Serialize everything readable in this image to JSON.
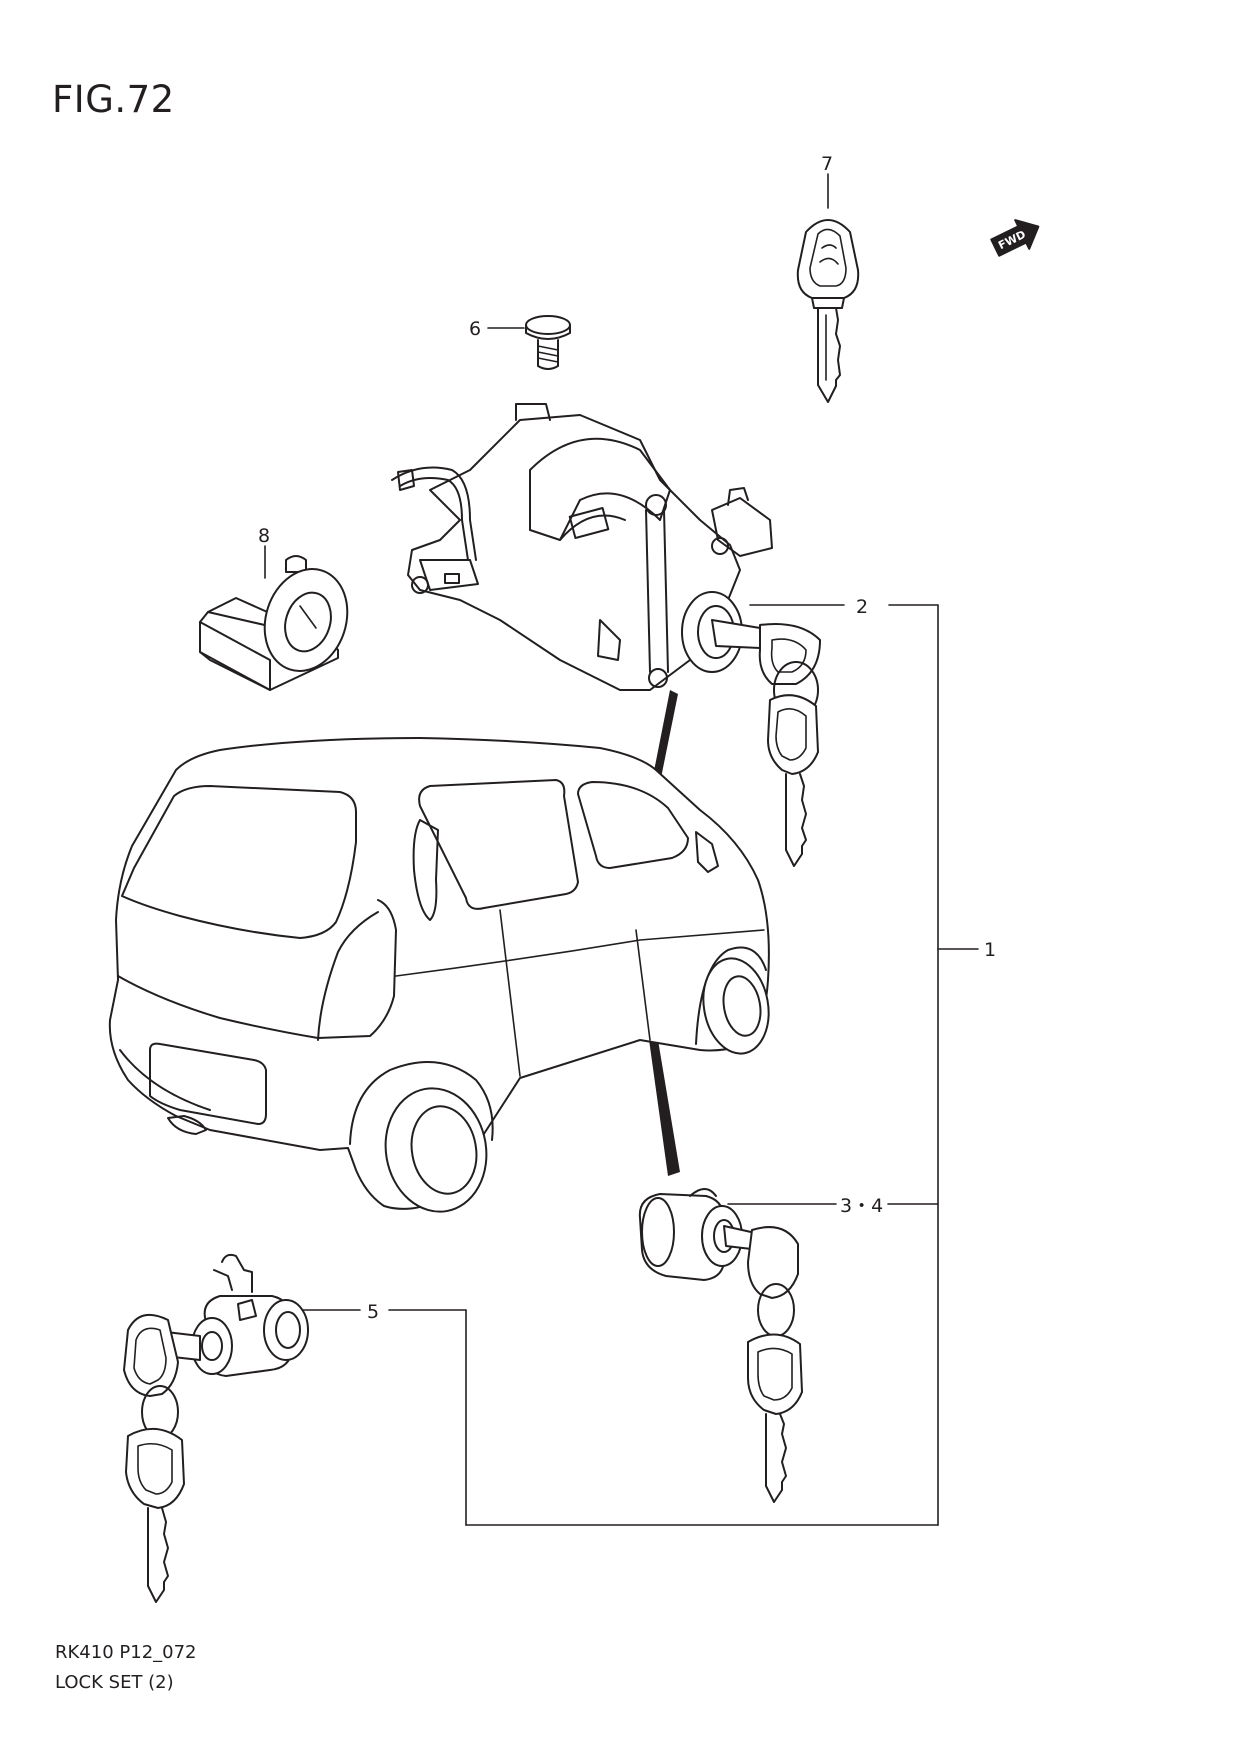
{
  "figure": {
    "title": "FIG.72",
    "code": "RK410 P12_072",
    "name": "LOCK SET (2)"
  },
  "callouts": {
    "c1": "1",
    "c2": "2",
    "c34": "3・4",
    "c5": "5",
    "c6": "6",
    "c7": "7",
    "c8": "8"
  },
  "fwd_label": "FWD",
  "colors": {
    "ink": "#231f20",
    "paper": "#ffffff"
  }
}
